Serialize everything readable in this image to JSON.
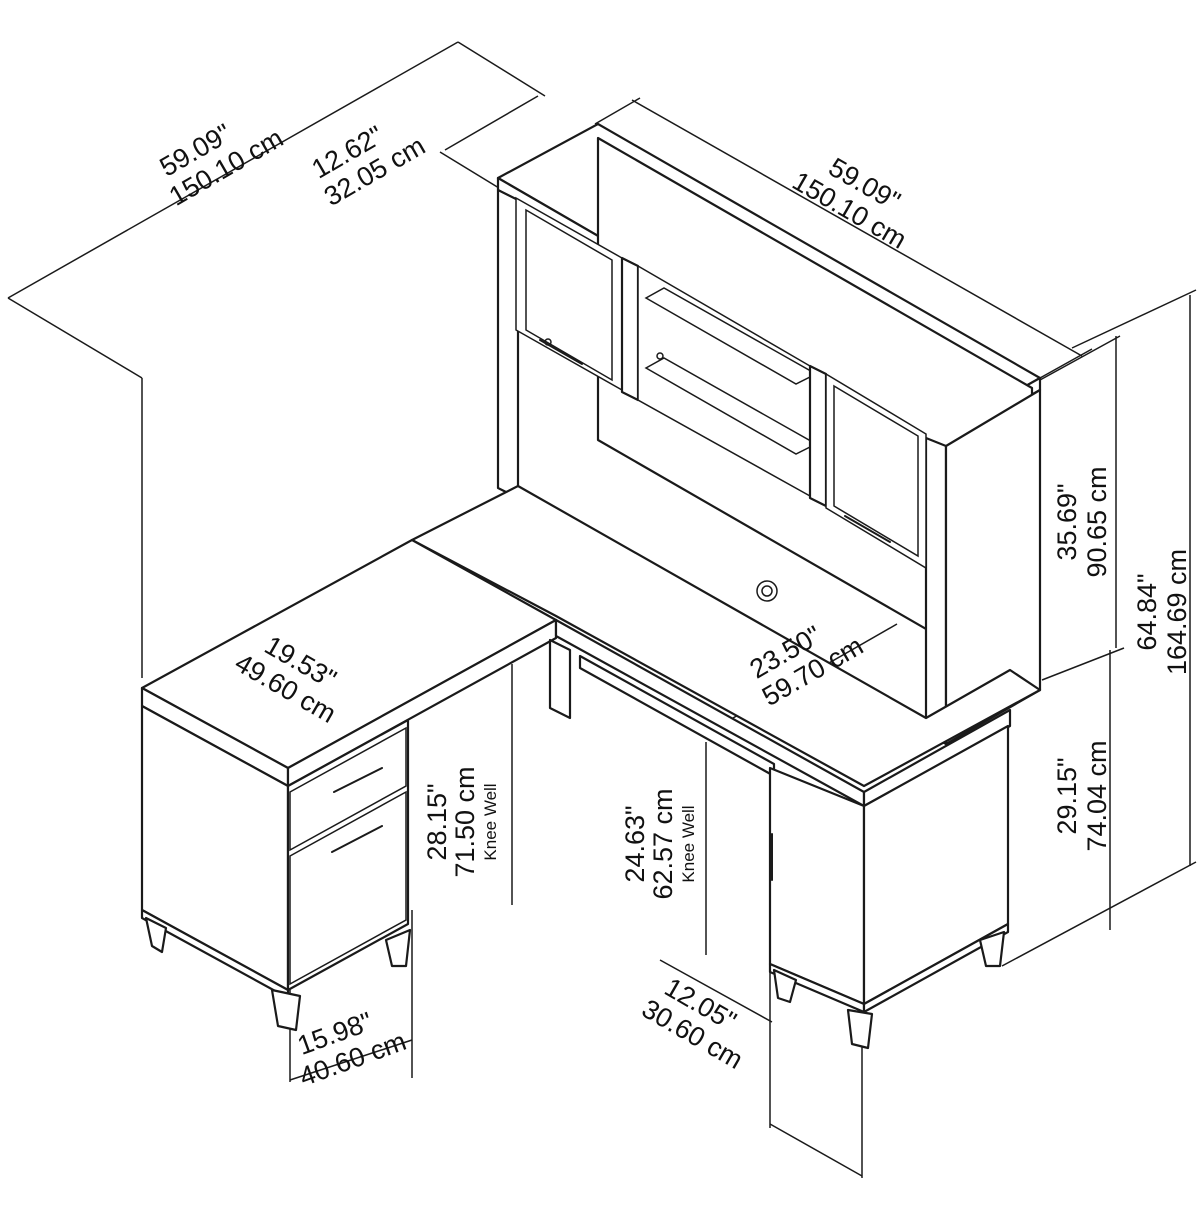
{
  "dimensions": {
    "left_width": {
      "in": "59.09\"",
      "cm": "150.10 cm"
    },
    "hutch_depth": {
      "in": "12.62\"",
      "cm": "32.05 cm"
    },
    "hutch_width": {
      "in": "59.09\"",
      "cm": "150.10 cm"
    },
    "hutch_height": {
      "in": "35.69\"",
      "cm": "90.65 cm"
    },
    "total_height": {
      "in": "64.84\"",
      "cm": "164.69 cm"
    },
    "desk_height": {
      "in": "29.15\"",
      "cm": "74.04 cm"
    },
    "return_depth": {
      "in": "19.53\"",
      "cm": "49.60 cm"
    },
    "desk_depth": {
      "in": "23.50\"",
      "cm": "59.70 cm"
    },
    "left_knee_well": {
      "in": "28.15\"",
      "cm": "71.50 cm",
      "note": "Knee Well"
    },
    "right_knee_well": {
      "in": "24.63\"",
      "cm": "62.57 cm",
      "note": "Knee Well"
    },
    "pedestal_width": {
      "in": "15.98\"",
      "cm": "40.60 cm"
    },
    "cabinet_depth": {
      "in": "12.05\"",
      "cm": "30.60 cm"
    }
  }
}
